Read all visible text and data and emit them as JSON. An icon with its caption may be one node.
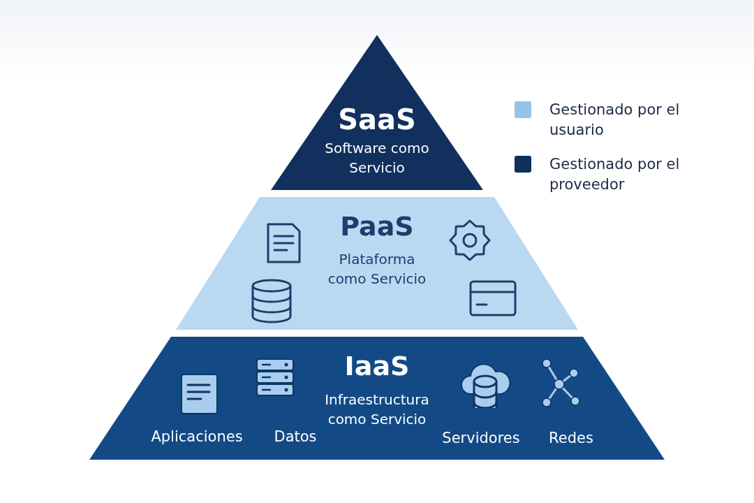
{
  "diagram": {
    "nodes": [
      {
        "text": [
          "SaaS",
          "Software como Servicio"
        ]
      },
      {
        "text": [
          "PaaS",
          "Plataforma como Servicio"
        ]
      },
      {
        "text": [
          "IaaS",
          "Infraestructura como Servicio"
        ]
      }
    ],
    "labels": [
      "Aplicaciones",
      "Datos",
      "Servidores",
      "Redes"
    ],
    "legend": [
      {
        "text": "Gestionado por el usuario",
        "color": "#93c4ec"
      },
      {
        "text": "Gestionado por el proveedor",
        "color": "#10305c"
      }
    ]
  }
}
